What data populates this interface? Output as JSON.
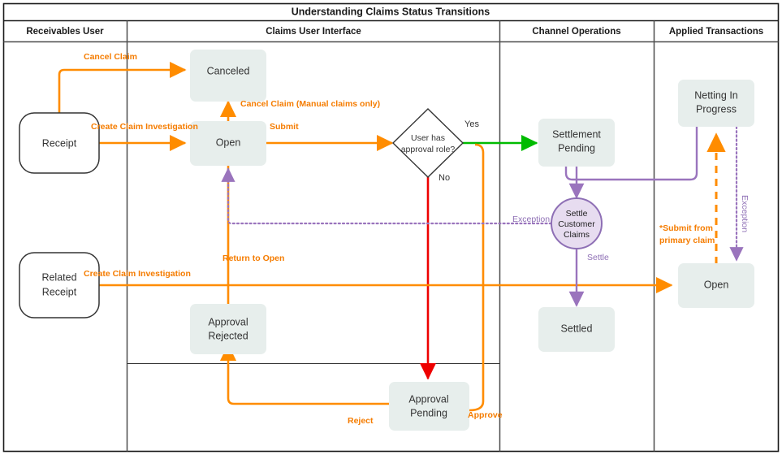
{
  "header": {
    "title": "Understanding Claims Status Transitions"
  },
  "lanes": [
    {
      "id": "receivables-user",
      "label": "Receivables User"
    },
    {
      "id": "claims-user-interface",
      "label": "Claims User Interface"
    },
    {
      "id": "channel-operations",
      "label": "Channel Operations"
    },
    {
      "id": "applied-transactions",
      "label": "Applied Transactions"
    }
  ],
  "nodes": {
    "receipt": {
      "label": "Receipt",
      "shape": "terminator",
      "lane": "receivables-user"
    },
    "related_receipt_line1": {
      "label": "Related",
      "lane": "receivables-user"
    },
    "related_receipt_line2": {
      "label": "Receipt",
      "lane": "receivables-user"
    },
    "canceled": {
      "label": "Canceled",
      "shape": "process",
      "lane": "claims-user-interface"
    },
    "open_claims": {
      "label": "Open",
      "shape": "process",
      "lane": "claims-user-interface"
    },
    "decision_line1": {
      "label": "User has",
      "shape": "decision",
      "lane": "claims-user-interface"
    },
    "decision_line2": {
      "label": "approval role?",
      "shape": "decision",
      "lane": "claims-user-interface"
    },
    "approval_rejected_line1": {
      "label": "Approval",
      "shape": "process",
      "lane": "claims-user-interface"
    },
    "approval_rejected_line2": {
      "label": "Rejected",
      "shape": "process",
      "lane": "claims-user-interface"
    },
    "approval_pending_line1": {
      "label": "Approval",
      "shape": "process",
      "lane": "claims-user-interface"
    },
    "approval_pending_line2": {
      "label": "Pending",
      "shape": "process",
      "lane": "claims-user-interface"
    },
    "settlement_pending_line1": {
      "label": "Settlement",
      "shape": "process",
      "lane": "channel-operations"
    },
    "settlement_pending_line2": {
      "label": "Pending",
      "shape": "process",
      "lane": "channel-operations"
    },
    "settle_customer_claims_line1": {
      "label": "Settle",
      "shape": "circle",
      "lane": "channel-operations"
    },
    "settle_customer_claims_line2": {
      "label": "Customer",
      "shape": "circle",
      "lane": "channel-operations"
    },
    "settle_customer_claims_line3": {
      "label": "Claims",
      "shape": "circle",
      "lane": "channel-operations"
    },
    "settled": {
      "label": "Settled",
      "shape": "process",
      "lane": "channel-operations"
    },
    "netting_in_progress_line1": {
      "label": "Netting In",
      "shape": "process",
      "lane": "applied-transactions"
    },
    "netting_in_progress_line2": {
      "label": "Progress",
      "shape": "process",
      "lane": "applied-transactions"
    },
    "open_applied": {
      "label": "Open",
      "shape": "process",
      "lane": "applied-transactions"
    }
  },
  "edge_labels": {
    "cancel_claim": "Cancel Claim",
    "create_claim_investigation_1": "Create Claim Investigation",
    "cancel_claim_manual": "Cancel Claim (Manual claims only)",
    "submit": "Submit",
    "yes": "Yes",
    "no": "No",
    "return_to_open": "Return to Open",
    "create_claim_investigation_2": "Create Claim Investigation",
    "reject": "Reject",
    "approve": "Approve",
    "exception_left": "Exception",
    "settle": "Settle",
    "exception_right": "Exception",
    "submit_primary_line1": "*Submit from",
    "submit_primary_line2": "primary claim"
  },
  "colors": {
    "orange": "#ff8c00",
    "orange_text": "#f57c00",
    "green": "#00bb00",
    "red": "#ee0000",
    "purple": "#9a74bd",
    "purple_text": "#8e6fb5",
    "node_fill": "#e7eeec",
    "circle_fill": "#e7dcf0",
    "frame": "#1a1a1a",
    "text": "#333333"
  }
}
